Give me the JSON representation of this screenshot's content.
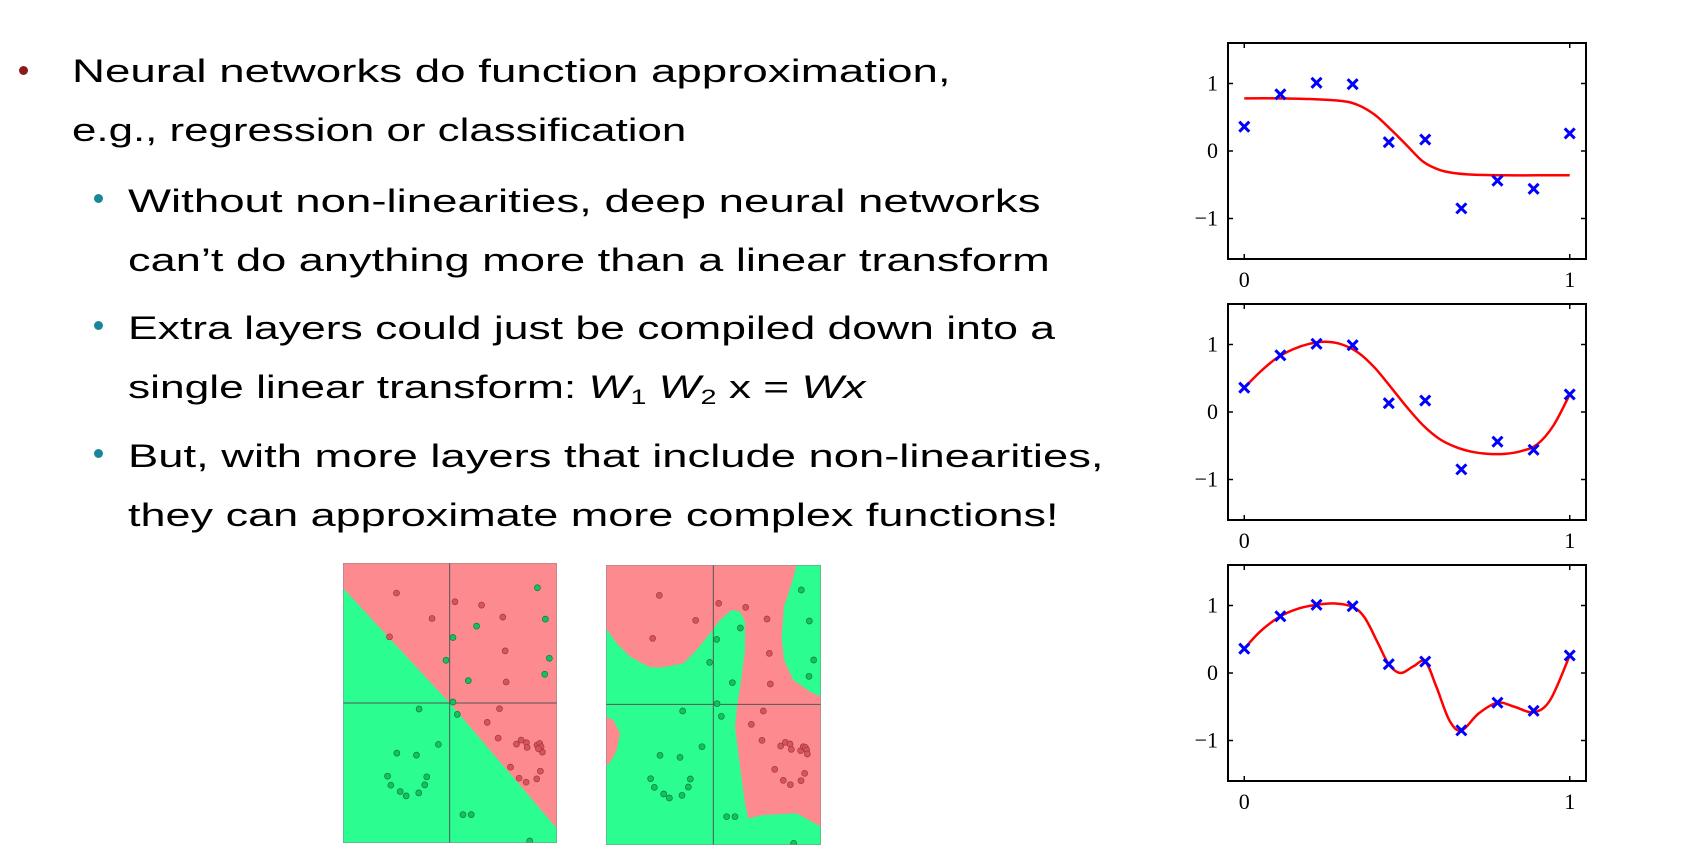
{
  "bullets": {
    "main": {
      "lines": [
        "Neural networks do function approximation,",
        "e.g., regression or classification"
      ]
    },
    "sub": [
      {
        "lines": [
          "Without non-linearities, deep neural networks",
          "can’t do anything more than a linear transform"
        ]
      },
      {
        "lines": [
          "Extra layers could just be compiled down into a"
        ],
        "line2": {
          "prefix": "single linear transform: ",
          "w": "W",
          "sub1": "1",
          "w2": "W",
          "sub2": "2",
          "mid": " x = ",
          "wx": "Wx"
        }
      },
      {
        "lines": [
          "But, with more layers that include non-linearities,",
          "they can approximate more complex functions!"
        ]
      }
    ]
  },
  "colors": {
    "main_bullet": "#8b1a1a",
    "sub_bullet": "#17879a",
    "fit_curve": "#ff0000",
    "data_marker": "#0000ff",
    "class_red_region": "#fd8a8f",
    "class_green_region": "#2cfd90",
    "class_red_point": "#d9525e",
    "class_green_point": "#14c060"
  },
  "chart_data": [
    {
      "type": "line",
      "title": "",
      "xlim": [
        -0.05,
        1.05
      ],
      "ylim": [
        -1.6,
        1.6
      ],
      "xticks": [
        "0",
        "1"
      ],
      "yticks": [
        "1",
        "0",
        "−1"
      ],
      "xtick_values": [
        0,
        1
      ],
      "ytick_values": [
        1,
        0,
        -1
      ],
      "points": {
        "x": [
          0,
          0.111,
          0.222,
          0.333,
          0.444,
          0.556,
          0.667,
          0.778,
          0.889,
          1.0
        ],
        "y": [
          0.36,
          0.84,
          1.01,
          0.99,
          0.13,
          0.17,
          -0.85,
          -0.44,
          -0.56,
          0.26
        ]
      },
      "curve": {
        "x": [
          0,
          0.1,
          0.2,
          0.3,
          0.35,
          0.4,
          0.45,
          0.5,
          0.55,
          0.6,
          0.65,
          0.7,
          0.8,
          0.9,
          1.0
        ],
        "y": [
          0.78,
          0.78,
          0.77,
          0.74,
          0.68,
          0.54,
          0.32,
          0.08,
          -0.16,
          -0.28,
          -0.33,
          -0.35,
          -0.36,
          -0.36,
          -0.36
        ]
      }
    },
    {
      "type": "line",
      "title": "",
      "xlim": [
        -0.05,
        1.05
      ],
      "ylim": [
        -1.6,
        1.6
      ],
      "xticks": [
        "0",
        "1"
      ],
      "yticks": [
        "1",
        "0",
        "−1"
      ],
      "xtick_values": [
        0,
        1
      ],
      "ytick_values": [
        1,
        0,
        -1
      ],
      "points": {
        "x": [
          0,
          0.111,
          0.222,
          0.333,
          0.444,
          0.556,
          0.667,
          0.778,
          0.889,
          1.0
        ],
        "y": [
          0.36,
          0.84,
          1.01,
          0.99,
          0.13,
          0.17,
          -0.85,
          -0.44,
          -0.56,
          0.26
        ]
      },
      "curve": {
        "x": [
          0,
          0.05,
          0.1,
          0.15,
          0.2,
          0.25,
          0.3,
          0.35,
          0.4,
          0.45,
          0.5,
          0.55,
          0.6,
          0.65,
          0.7,
          0.75,
          0.8,
          0.85,
          0.9,
          0.95,
          1.0
        ],
        "y": [
          0.36,
          0.6,
          0.8,
          0.93,
          1.01,
          1.04,
          1.0,
          0.88,
          0.66,
          0.37,
          0.07,
          -0.2,
          -0.4,
          -0.52,
          -0.59,
          -0.62,
          -0.62,
          -0.58,
          -0.48,
          -0.2,
          0.26
        ]
      }
    },
    {
      "type": "line",
      "title": "",
      "xlim": [
        -0.05,
        1.05
      ],
      "ylim": [
        -1.6,
        1.6
      ],
      "xticks": [
        "0",
        "1"
      ],
      "yticks": [
        "1",
        "0",
        "−1"
      ],
      "xtick_values": [
        0,
        1
      ],
      "ytick_values": [
        1,
        0,
        -1
      ],
      "points": {
        "x": [
          0,
          0.111,
          0.222,
          0.333,
          0.444,
          0.556,
          0.667,
          0.778,
          0.889,
          1.0
        ],
        "y": [
          0.36,
          0.84,
          1.01,
          0.99,
          0.13,
          0.17,
          -0.85,
          -0.44,
          -0.56,
          0.26
        ]
      },
      "curve": {
        "x": [
          0,
          0.05,
          0.111,
          0.17,
          0.222,
          0.28,
          0.333,
          0.37,
          0.41,
          0.444,
          0.48,
          0.52,
          0.556,
          0.59,
          0.63,
          0.667,
          0.72,
          0.778,
          0.83,
          0.889,
          0.94,
          1.0
        ],
        "y": [
          0.36,
          0.62,
          0.84,
          0.96,
          1.01,
          1.03,
          0.98,
          0.82,
          0.45,
          0.13,
          0.0,
          0.1,
          0.17,
          -0.2,
          -0.7,
          -0.85,
          -0.6,
          -0.44,
          -0.5,
          -0.58,
          -0.4,
          0.26
        ]
      }
    }
  ]
}
